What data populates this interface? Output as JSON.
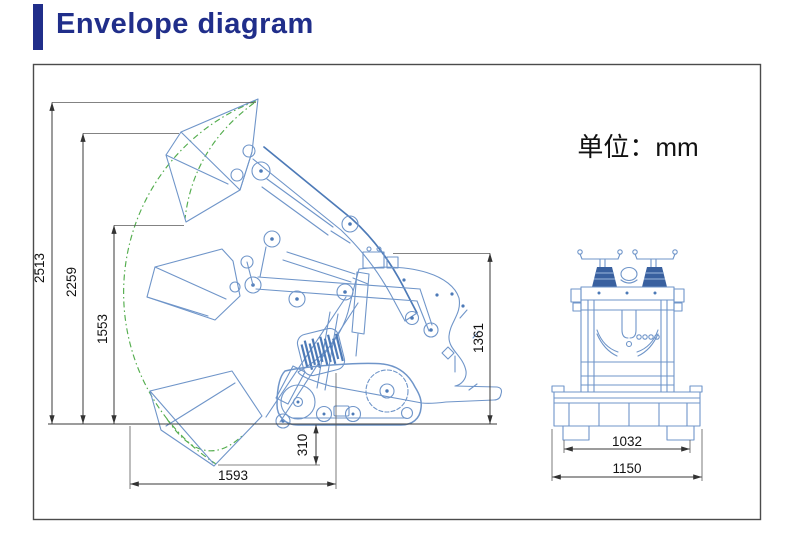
{
  "header": {
    "title": "Envelope diagram"
  },
  "diagram": {
    "unit_label": "单位：mm",
    "dimensions": {
      "d2513": "2513",
      "d2259": "2259",
      "d1553": "1553",
      "d1361": "1361",
      "d310": "310",
      "d1593": "1593",
      "d1032": "1032",
      "d1150": "1150"
    },
    "colors": {
      "accent": "#202e8a",
      "drawing_blue": "#6f95c9",
      "drawing_blue_dark": "#4d7ab7",
      "envelope_green": "#54ad4e",
      "dimension_line": "#3a3a3a"
    }
  }
}
